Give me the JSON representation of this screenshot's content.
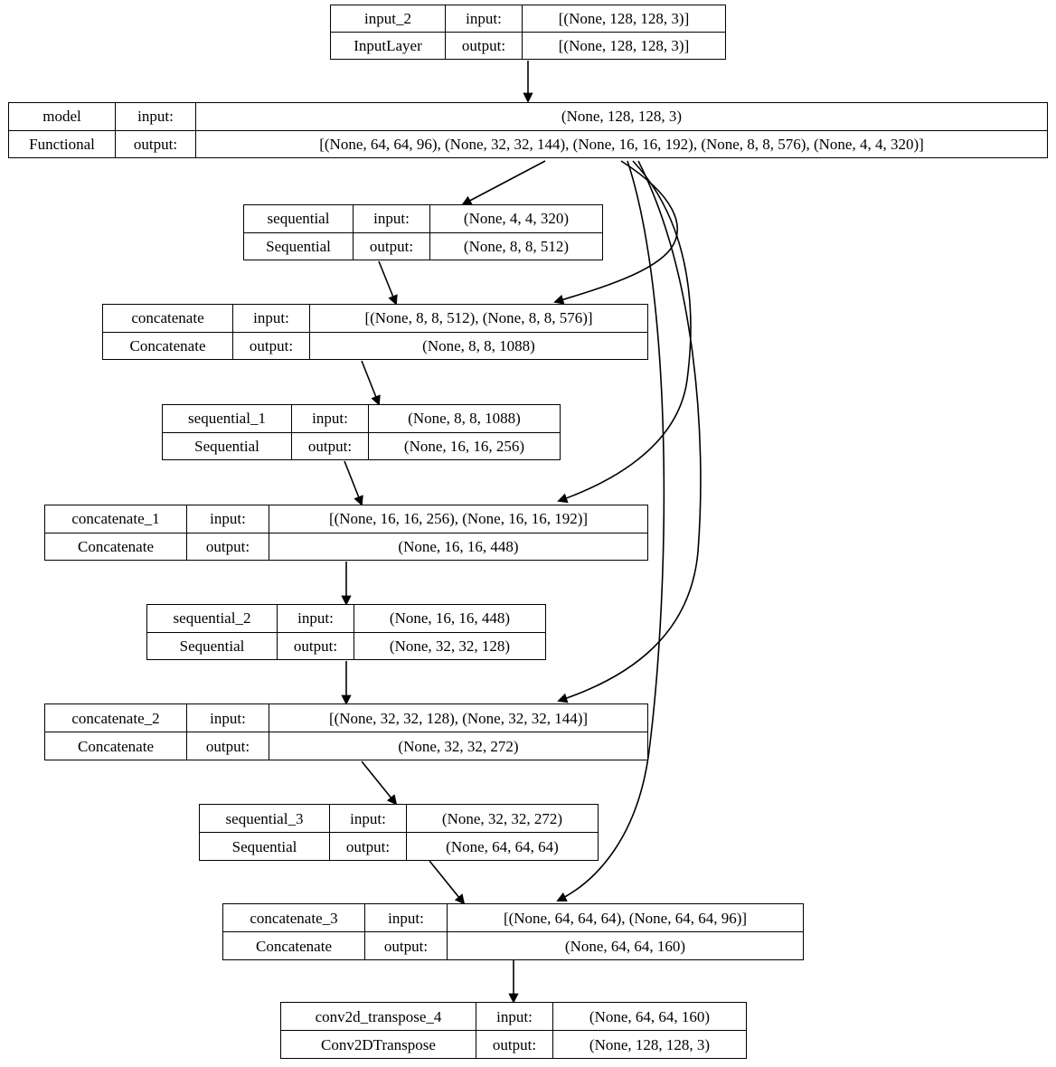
{
  "diagram": {
    "title": "Keras model architecture graph",
    "background": "#ffffff",
    "line_color": "#000000",
    "text_color": "#000000"
  },
  "nodes": [
    {
      "id": "input_2",
      "name": "input_2",
      "type": "InputLayer",
      "input_label": "input:",
      "output_label": "output:",
      "input_value": "[(None, 128, 128, 3)]",
      "output_value": "[(None, 128, 128, 3)]"
    },
    {
      "id": "model",
      "name": "model",
      "type": "Functional",
      "input_label": "input:",
      "output_label": "output:",
      "input_value": "(None, 128, 128, 3)",
      "output_value": "[(None, 64, 64, 96), (None, 32, 32, 144), (None, 16, 16, 192), (None, 8, 8, 576), (None, 4, 4, 320)]"
    },
    {
      "id": "sequential",
      "name": "sequential",
      "type": "Sequential",
      "input_label": "input:",
      "output_label": "output:",
      "input_value": "(None, 4, 4, 320)",
      "output_value": "(None, 8, 8, 512)"
    },
    {
      "id": "concatenate",
      "name": "concatenate",
      "type": "Concatenate",
      "input_label": "input:",
      "output_label": "output:",
      "input_value": "[(None, 8, 8, 512), (None, 8, 8, 576)]",
      "output_value": "(None, 8, 8, 1088)"
    },
    {
      "id": "sequential_1",
      "name": "sequential_1",
      "type": "Sequential",
      "input_label": "input:",
      "output_label": "output:",
      "input_value": "(None, 8, 8, 1088)",
      "output_value": "(None, 16, 16, 256)"
    },
    {
      "id": "concatenate_1",
      "name": "concatenate_1",
      "type": "Concatenate",
      "input_label": "input:",
      "output_label": "output:",
      "input_value": "[(None, 16, 16, 256), (None, 16, 16, 192)]",
      "output_value": "(None, 16, 16, 448)"
    },
    {
      "id": "sequential_2",
      "name": "sequential_2",
      "type": "Sequential",
      "input_label": "input:",
      "output_label": "output:",
      "input_value": "(None, 16, 16, 448)",
      "output_value": "(None, 32, 32, 128)"
    },
    {
      "id": "concatenate_2",
      "name": "concatenate_2",
      "type": "Concatenate",
      "input_label": "input:",
      "output_label": "output:",
      "input_value": "[(None, 32, 32, 128), (None, 32, 32, 144)]",
      "output_value": "(None, 32, 32, 272)"
    },
    {
      "id": "sequential_3",
      "name": "sequential_3",
      "type": "Sequential",
      "input_label": "input:",
      "output_label": "output:",
      "input_value": "(None, 32, 32, 272)",
      "output_value": "(None, 64, 64, 64)"
    },
    {
      "id": "concatenate_3",
      "name": "concatenate_3",
      "type": "Concatenate",
      "input_label": "input:",
      "output_label": "output:",
      "input_value": "[(None, 64, 64, 64), (None, 64, 64, 96)]",
      "output_value": "(None, 64, 64, 160)"
    },
    {
      "id": "conv2d_transpose_4",
      "name": "conv2d_transpose_4",
      "type": "Conv2DTranspose",
      "input_label": "input:",
      "output_label": "output:",
      "input_value": "(None, 64, 64, 160)",
      "output_value": "(None, 128, 128, 3)"
    }
  ],
  "edges": [
    {
      "from": "input_2",
      "to": "model"
    },
    {
      "from": "model",
      "to": "sequential"
    },
    {
      "from": "sequential",
      "to": "concatenate"
    },
    {
      "from": "model",
      "to": "concatenate"
    },
    {
      "from": "concatenate",
      "to": "sequential_1"
    },
    {
      "from": "sequential_1",
      "to": "concatenate_1"
    },
    {
      "from": "model",
      "to": "concatenate_1"
    },
    {
      "from": "concatenate_1",
      "to": "sequential_2"
    },
    {
      "from": "sequential_2",
      "to": "concatenate_2"
    },
    {
      "from": "model",
      "to": "concatenate_2"
    },
    {
      "from": "concatenate_2",
      "to": "sequential_3"
    },
    {
      "from": "sequential_3",
      "to": "concatenate_3"
    },
    {
      "from": "model",
      "to": "concatenate_3"
    },
    {
      "from": "concatenate_3",
      "to": "conv2d_transpose_4"
    }
  ]
}
